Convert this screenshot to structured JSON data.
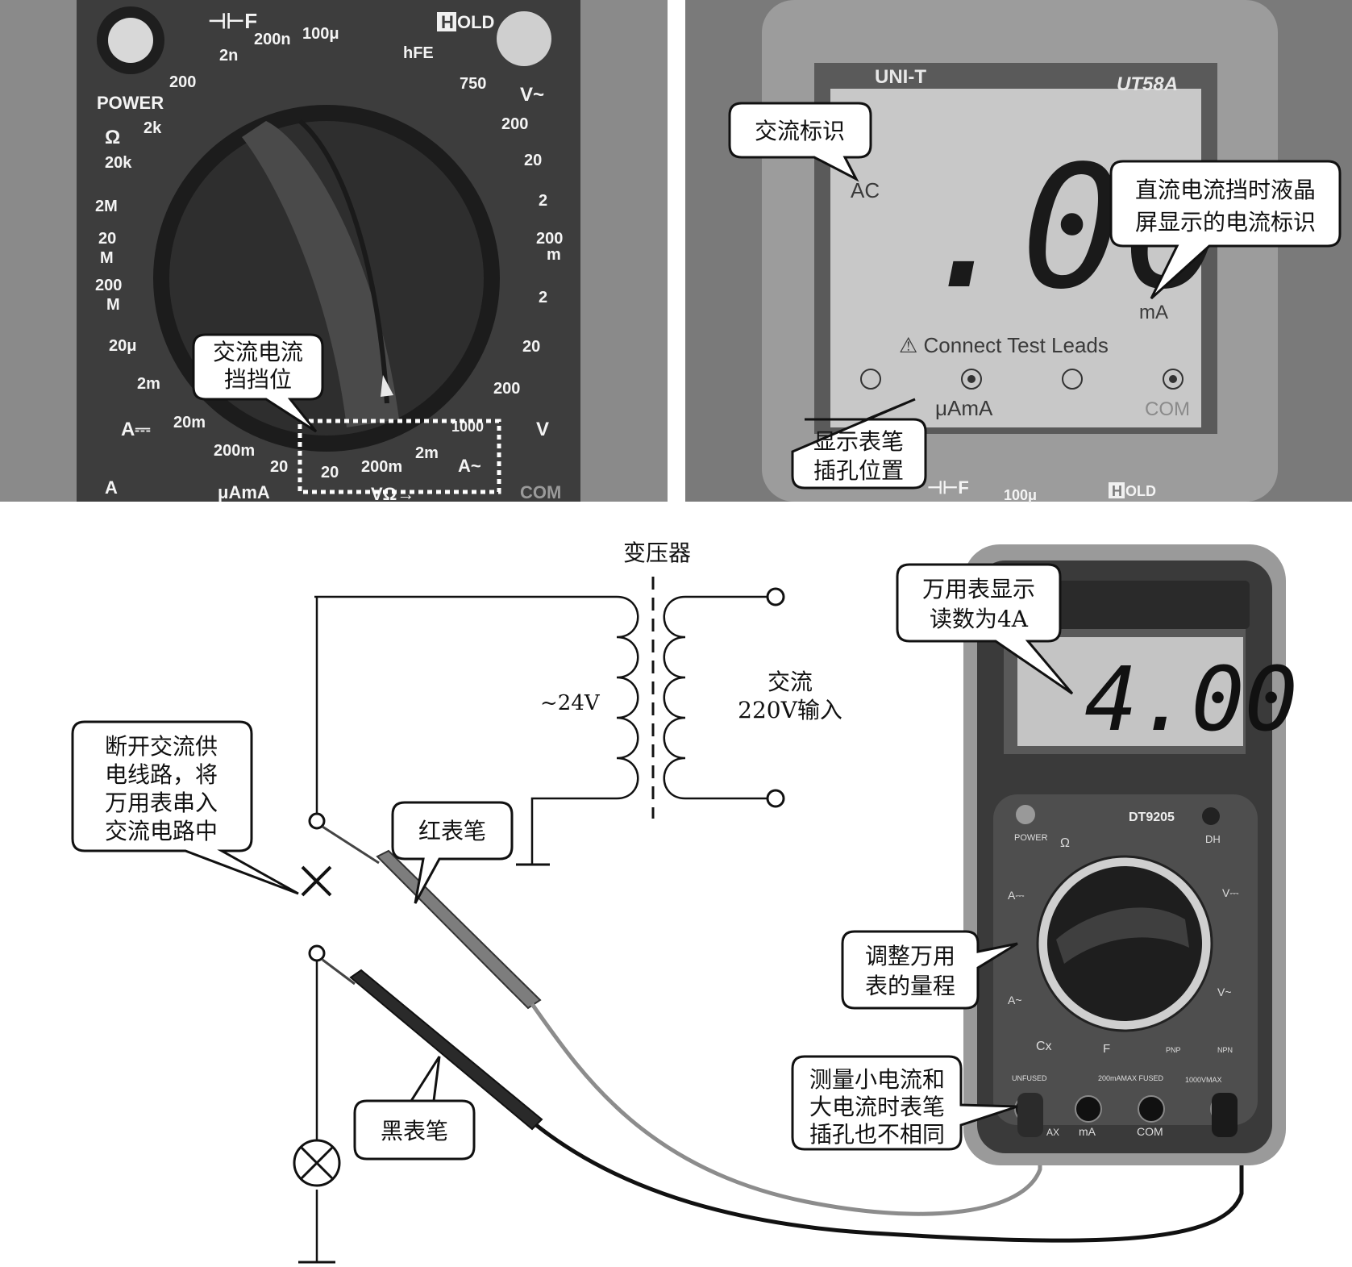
{
  "panel_dial": {
    "labels": {
      "power": "POWER",
      "cap": "⊣⊢F",
      "hold_h": "H",
      "hold": "OLD",
      "ohm": "Ω",
      "r_2k": "2k",
      "r_20k": "20k",
      "r_2m": "2M",
      "r_20m_a": "20",
      "r_20m_b": "M",
      "r_200m_a": "200",
      "r_200m_b": "M",
      "c_200": "200",
      "c_2n": "2n",
      "c_200n": "200n",
      "c_100u": "100μ",
      "hfe": "hFE",
      "v750": "750",
      "vac": "V~",
      "v_200": "200",
      "v_20": "20",
      "v_2": "2",
      "v_200m_a": "200",
      "v_200m_b": "m",
      "vd_2": "2",
      "vd_20": "20",
      "vd_200": "200",
      "vdc": "V",
      "a_20u": "20μ",
      "a_2m": "2m",
      "a_20m": "20m",
      "a_200m": "200m",
      "a_20": "20",
      "adc": "A⎓",
      "ac_20": "20",
      "ac_200m": "200m",
      "ac_2m": "2m",
      "ac_1000": "1000",
      "aac": "A~",
      "jack_a": "A",
      "jack_uama": "μAmA",
      "jack_vohm": "VΩ→",
      "jack_com": "COM"
    },
    "callout_line1": "交流电流",
    "callout_line2": "挡挡位"
  },
  "panel_lcd": {
    "brand": "UNI-T",
    "model": "UT58A",
    "reading": ".00",
    "ac_flag": "AC",
    "unit": "mA",
    "warning": "⚠ Connect Test Leads",
    "jack_uama": "μAmA",
    "jack_com": "COM",
    "bottom_cap": "⊣⊢F",
    "bottom_100u": "100μ",
    "bottom_hold_h": "H",
    "bottom_hold": "OLD",
    "callout_ac": "交流标识",
    "callout_dc_line1": "直流电流挡时液晶",
    "callout_dc_line2": "屏显示的电流标识",
    "callout_jack_line1": "显示表笔",
    "callout_jack_line2": "插孔位置"
  },
  "circuit": {
    "transformer": "变压器",
    "secondary": "~24V",
    "primary_line1": "交流",
    "primary_line2": "220V输入",
    "callout_break_lines": [
      "断开交流供",
      "电线路，将",
      "万用表串入",
      "交流电路中"
    ],
    "red_probe": "红表笔",
    "black_probe": "黑表笔"
  },
  "meter": {
    "reading": "4.00",
    "model": "DT9205",
    "power": "POWER",
    "dh": "DH",
    "ohm": "Ω",
    "cx": "Cx",
    "f": "F",
    "pnp": "PNP",
    "npn": "NPN",
    "unfused": "UNFUSED",
    "fused": "200mAMAX FUSED",
    "vmax": "1000VMAX",
    "jack_ax": "AX",
    "jack_ma": "mA",
    "jack_com": "COM",
    "adc": "A⎓",
    "aac": "A~",
    "vdc": "V⎓",
    "vac": "V~",
    "callout_reading_lines": [
      "万用表显示",
      "读数为4A"
    ],
    "callout_range_lines": [
      "调整万用",
      "表的量程"
    ],
    "callout_jack_lines": [
      "测量小电流和",
      "大电流时表笔",
      "插孔也不相同"
    ]
  },
  "colors": {
    "panel_dark": "#3b3b3b",
    "panel_mid": "#6e6e6e",
    "lcd_bg": "#c9c9c9",
    "ink": "#111111"
  }
}
